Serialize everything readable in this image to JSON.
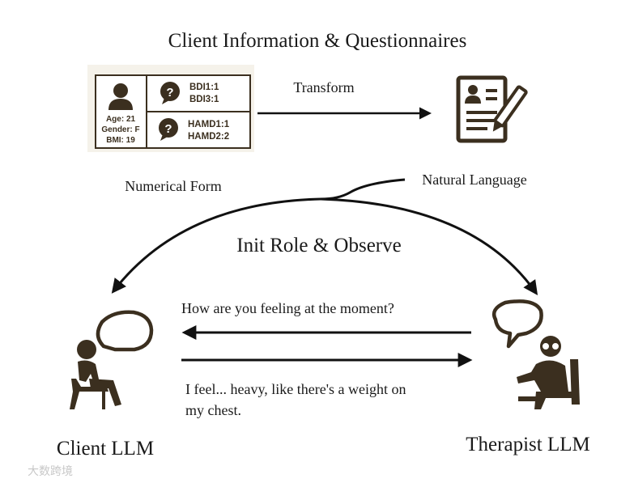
{
  "title": "Client Information & Questionnaires",
  "info_card": {
    "age": "Age: 21",
    "gender": "Gender: F",
    "bmi": "BMI: 19",
    "q1": [
      "BDI1:1",
      "BDI3:1"
    ],
    "q2": [
      "HAMD1:1",
      "HAMD2:2"
    ]
  },
  "labels": {
    "transform": "Transform",
    "numerical_form": "Numerical Form",
    "natural_language": "Natural Language",
    "init_role": "Init Role & Observe"
  },
  "dialogue": {
    "therapist_question": "How are you feeling at the moment?",
    "client_reply_line1": "I feel... heavy, like there's a weight on",
    "client_reply_line2": "my chest."
  },
  "agents": {
    "client": "Client LLM",
    "therapist": "Therapist LLM"
  },
  "watermark": "大数跨境",
  "icons": {
    "client": "client-seated-person-icon",
    "therapist": "therapist-seated-person-icon",
    "document": "profile-document-pen-icon",
    "question": "question-mark-bubble-icon"
  },
  "colors": {
    "icon": "#3b2f1f",
    "text": "#1a1a1a",
    "card_bg": "#f5f2ea"
  }
}
